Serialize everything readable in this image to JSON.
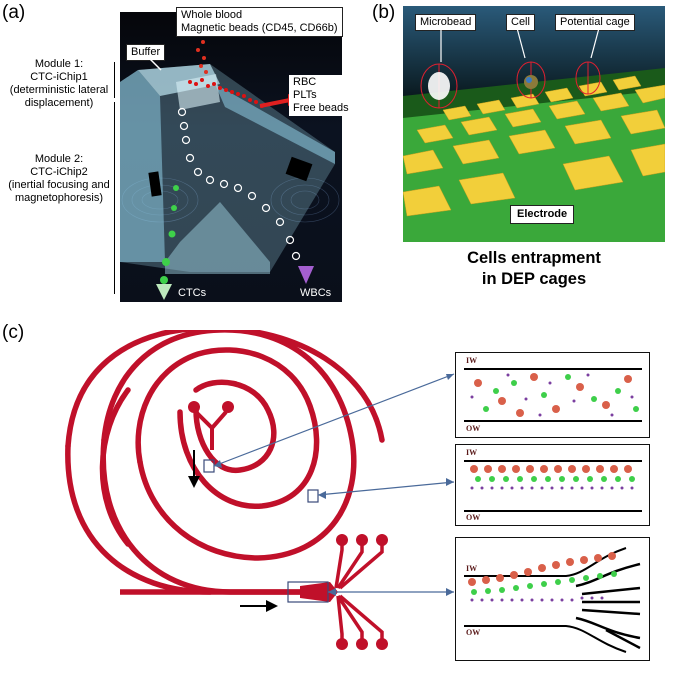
{
  "panel_a": {
    "letter": "(a)",
    "inputs_label_line1": "Whole blood",
    "inputs_label_line2": "Magnetic beads (CD45, CD66b)",
    "buffer_label": "Buffer",
    "waste_line1": "RBC",
    "waste_line2": "PLTs",
    "waste_line3": "Free beads",
    "module1_line1": "Module 1:",
    "module1_line2": "CTC-iChip1",
    "module1_line3": "(deterministic lateral",
    "module1_line4": "displacement)",
    "module2_line1": "Module 2:",
    "module2_line2": "CTC-iChip2",
    "module2_line3": "(inertial focusing and",
    "module2_line4": "magnetophoresis)",
    "ctc_label": "CTCs",
    "wbc_label": "WBCs"
  },
  "panel_b": {
    "letter": "(b)",
    "microbead_label": "Microbead",
    "cell_label": "Cell",
    "cage_label": "Potential cage",
    "electrode_label": "Electrode",
    "caption_line1": "Cells entrapment",
    "caption_line2": "in DEP cages"
  },
  "panel_c": {
    "letter": "(c)",
    "box1_iw": "IW",
    "box1_ow": "OW",
    "box2_iw": "IW",
    "box2_ow": "OW",
    "box3_iw": "IW",
    "box3_ow": "OW"
  },
  "colors": {
    "spiral_red": "#c0102a",
    "particle_red": "#d9604a",
    "particle_green": "#3ecf4a",
    "particle_purple": "#7b3fa0",
    "arrow_blue": "#4a6a9a",
    "electrode_yellow": "#f2cf3a",
    "substrate_green": "#3aa83a"
  }
}
